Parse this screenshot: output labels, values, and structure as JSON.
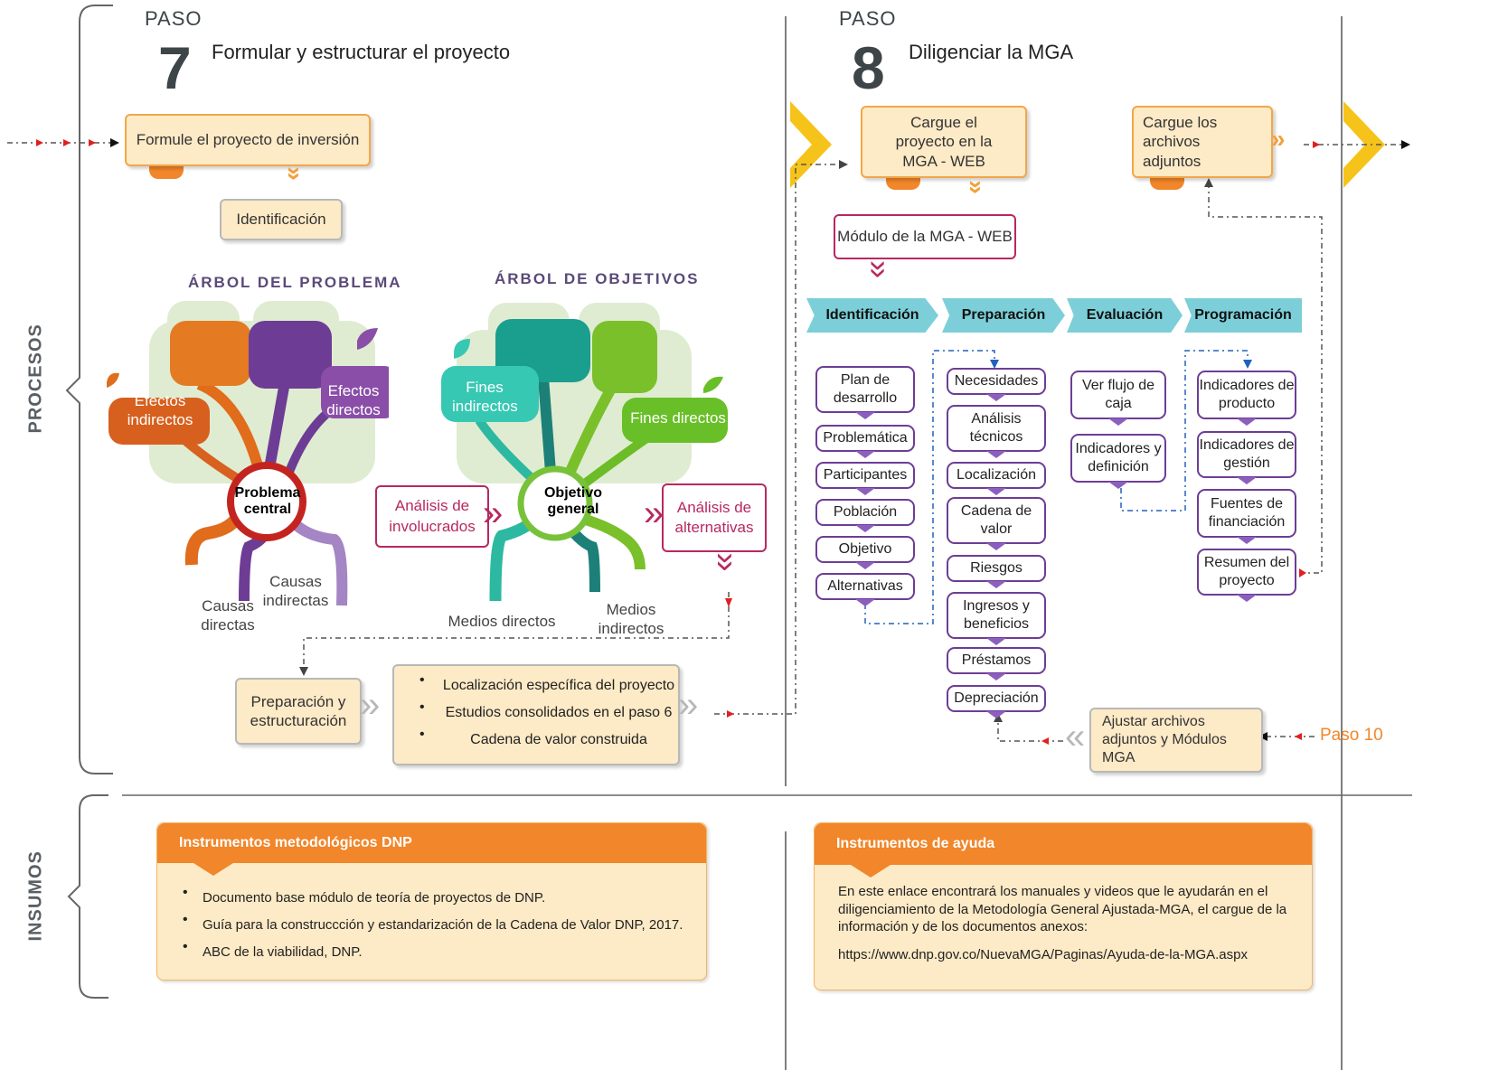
{
  "step7": {
    "paso": "PASO",
    "number": "7",
    "title": "Formular y estructurar el proyecto"
  },
  "step8": {
    "paso": "PASO",
    "number": "8",
    "title": "Diligenciar la MGA"
  },
  "side": {
    "procesos": "PROCESOS",
    "insumos": "INSUMOS"
  },
  "step7_flow": {
    "formule": "Formule el proyecto de inversión",
    "identificacion": "Identificación",
    "arbol_problema": "ÁRBOL DEL PROBLEMA",
    "arbol_objetivos": "ÁRBOL DE OBJETIVOS",
    "efectos_indirectos": "Efectos indirectos",
    "efectos_directos": "Efectos directos",
    "problema_central": "Problema central",
    "causas_directas": "Causas directas",
    "causas_indirectas": "Causas indirectas",
    "fines_indirectos": "Fines indirectos",
    "fines_directos": "Fines directos",
    "objetivo_general": "Objetivo general",
    "medios_directos": "Medios directos",
    "medios_indirectos": "Medios indirectos",
    "analisis_involucrados": "Análisis de involucrados",
    "analisis_alternativas": "Análisis de alternativas",
    "preparacion": "Preparación y estructuración",
    "bullets": [
      "Localización específica del proyecto",
      "Estudios consolidados en el paso 6",
      "Cadena de valor construida"
    ]
  },
  "step8_flow": {
    "cargue_proyecto": "Cargue el proyecto en la MGA - WEB",
    "cargue_archivos": "Cargue los archivos adjuntos",
    "modulo": "Módulo de la MGA - WEB",
    "ajustar": "Ajustar archivos adjuntos y Módulos MGA",
    "paso10": "Paso 10",
    "phases": [
      "Identificación",
      "Preparación",
      "Evaluación",
      "Programación"
    ],
    "identificacion_items": [
      "Plan de desarrollo",
      "Problemática",
      "Participantes",
      "Población",
      "Objetivo",
      "Alternativas"
    ],
    "preparacion_items": [
      "Necesidades",
      "Análisis técnicos",
      "Localización",
      "Cadena de valor",
      "Riesgos",
      "Ingresos y beneficios",
      "Préstamos",
      "Depreciación"
    ],
    "evaluacion_items": [
      "Ver flujo de caja",
      "Indicadores y definición"
    ],
    "programacion_items": [
      "Indicadores de producto",
      "Indicadores de gestión",
      "Fuentes de financiación",
      "Resumen del proyecto"
    ]
  },
  "insumos": {
    "left_title": "Instrumentos metodológicos DNP",
    "left_items": [
      "Documento base módulo de teoría de proyectos de DNP.",
      "Guía para la construccción y estandarización de la Cadena de Valor DNP, 2017.",
      "ABC de la viabilidad, DNP."
    ],
    "right_title": "Instrumentos de ayuda",
    "right_text": "En este enlace encontrará los manuales y videos que le ayudarán en el diligenciamiento de la Metodología General Ajustada-MGA, el cargue de la información y de los documentos anexos:",
    "right_link": "https://www.dnp.gov.co/NuevaMGA/Paginas/Ayuda-de-la-MGA.aspx"
  },
  "colors": {
    "orange": "#f1862a",
    "cream": "#fdeac6",
    "teal": "#7ccfd8",
    "purple": "#6d3d95",
    "pink": "#b82860",
    "yellow": "#f6c31a"
  }
}
